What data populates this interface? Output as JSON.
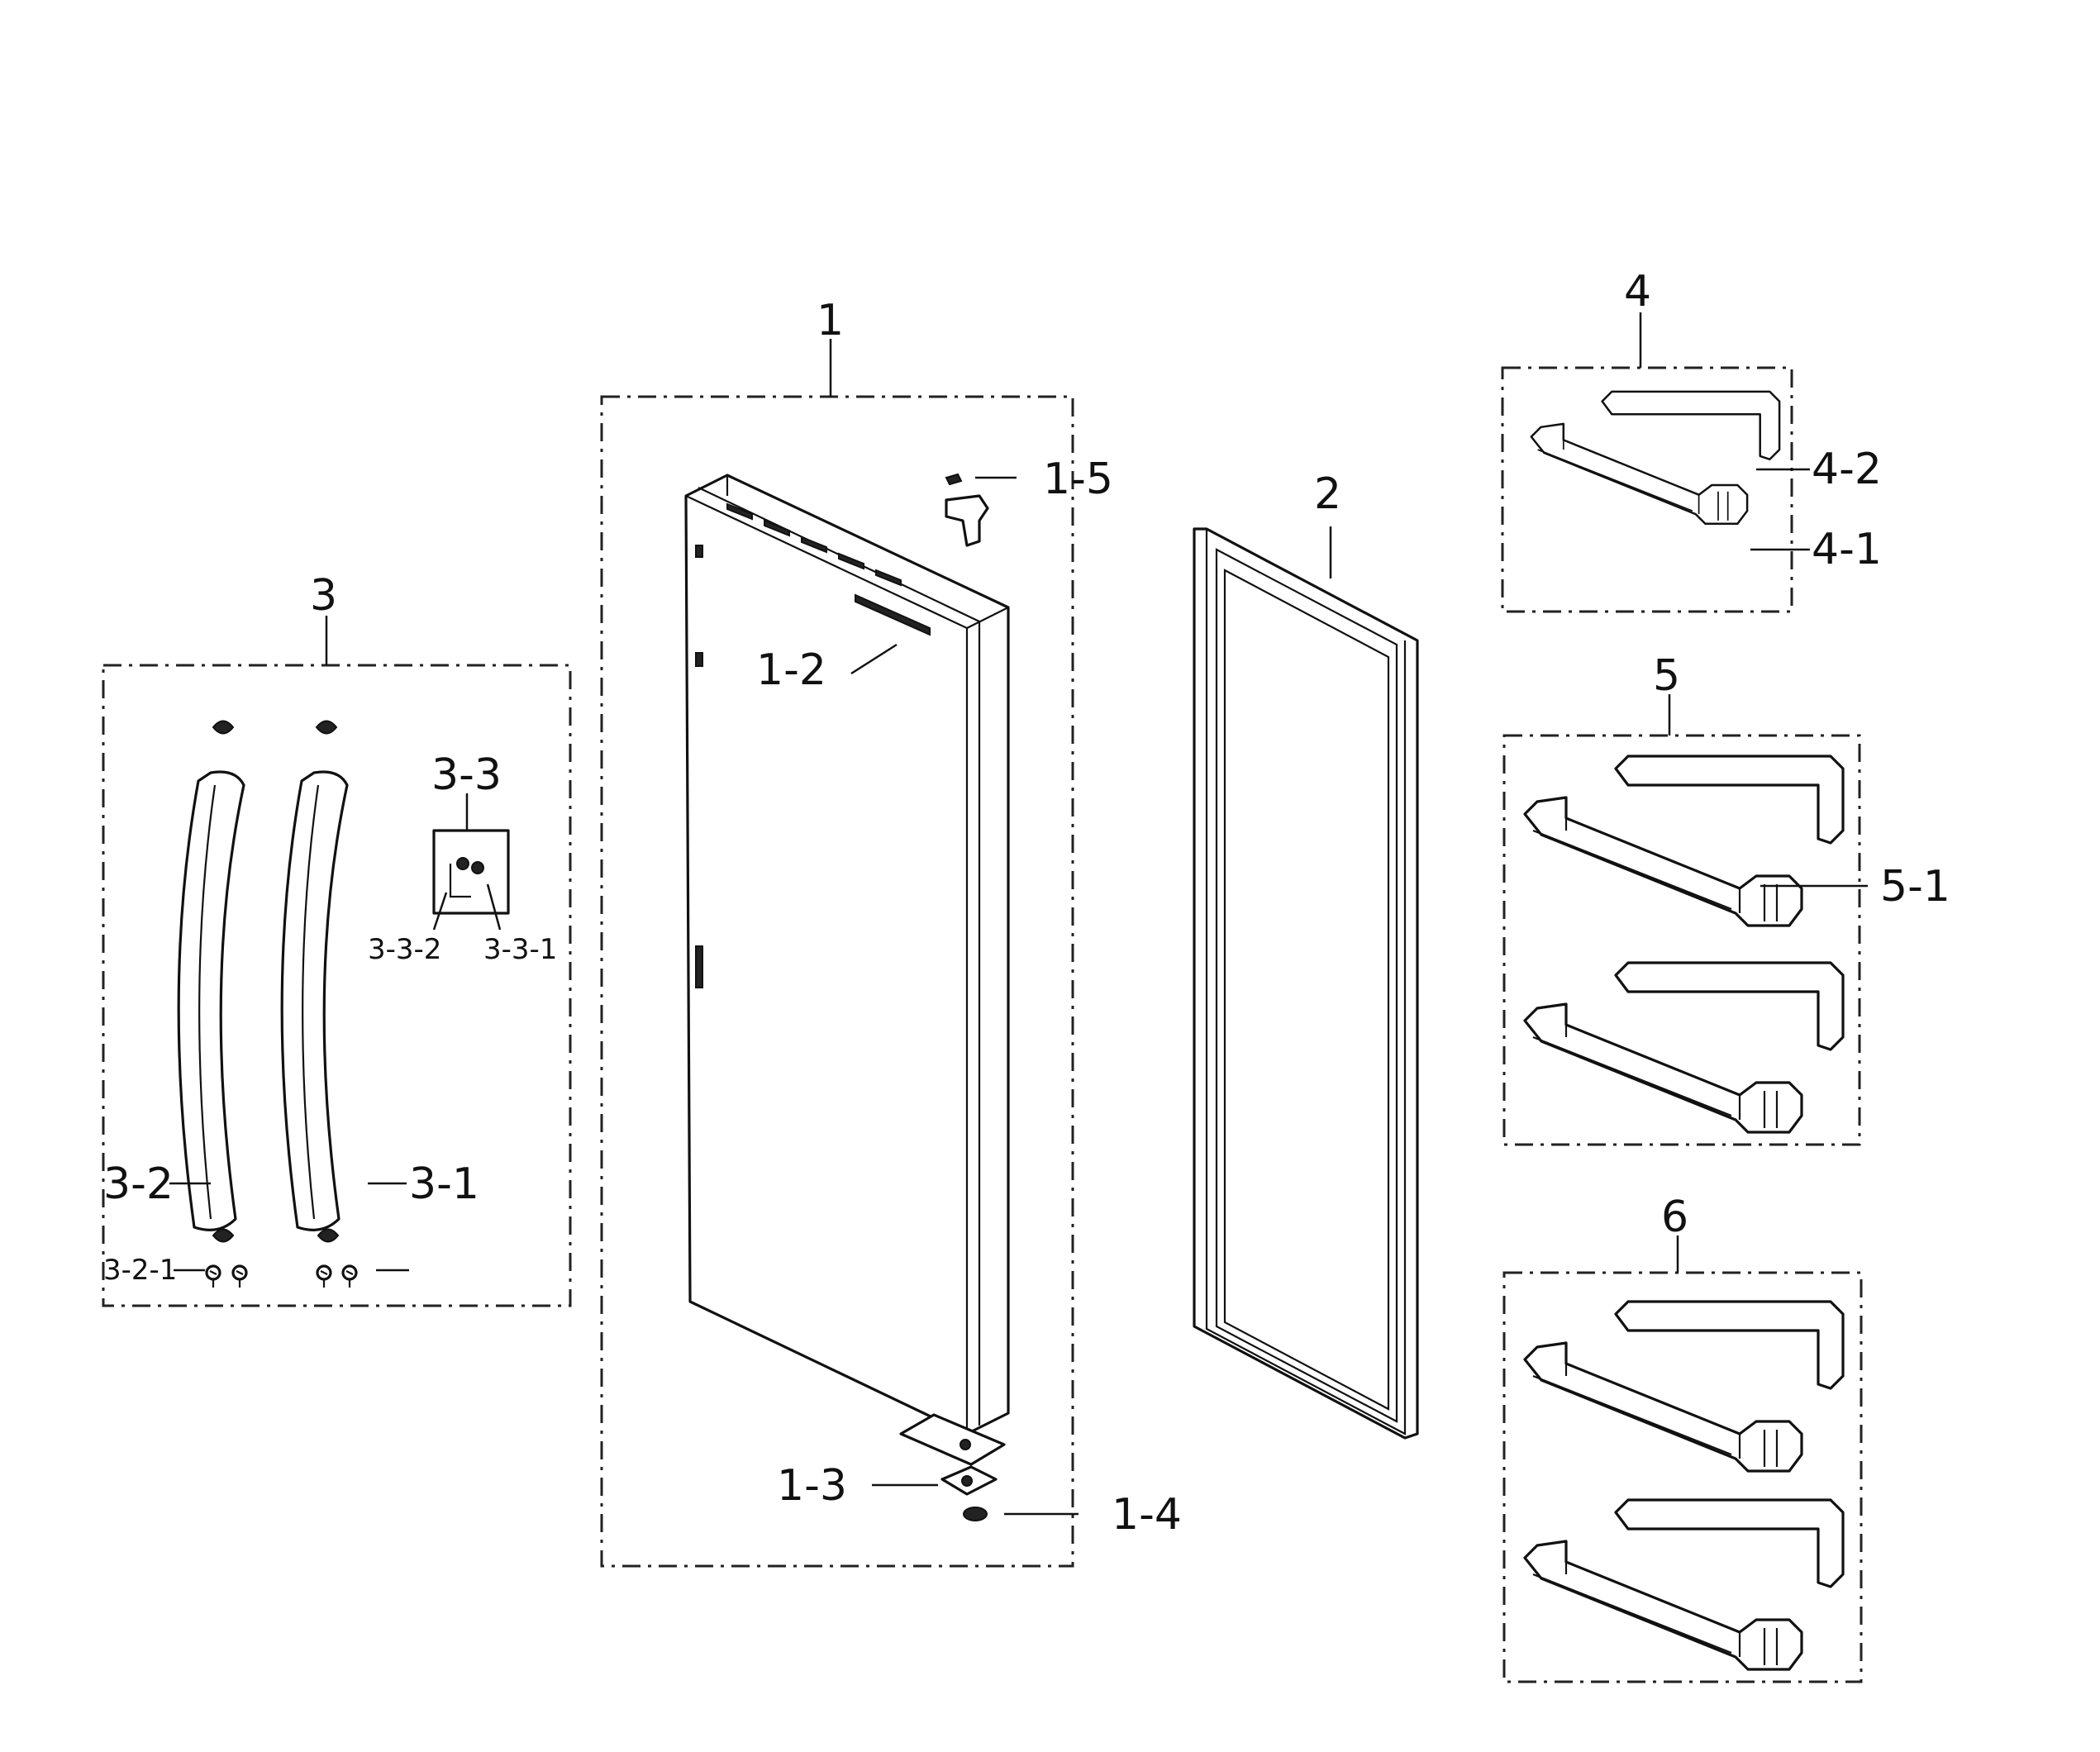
{
  "callouts": {
    "part_1": "1",
    "part_1_2": "1-2",
    "part_1_3": "1-3",
    "part_1_4": "1-4",
    "part_1_5": "1-5",
    "part_2": "2",
    "part_3": "3",
    "part_3_1": "3-1",
    "part_3_2": "3-2",
    "part_3_2_1": "3-2-1",
    "part_3_3": "3-3",
    "part_3_3_1": "3-3-1",
    "part_3_3_2": "3-3-2",
    "part_4": "4",
    "part_4_1": "4-1",
    "part_4_2": "4-2",
    "part_5": "5",
    "part_5_1": "5-1",
    "part_6": "6"
  },
  "icons": {
    "door": "refrigerator-door-icon",
    "gasket": "door-gasket-icon",
    "handle": "door-handle-icon",
    "bin": "door-bin-icon",
    "hinge": "hinge-bracket-icon",
    "screw": "screw-icon"
  }
}
